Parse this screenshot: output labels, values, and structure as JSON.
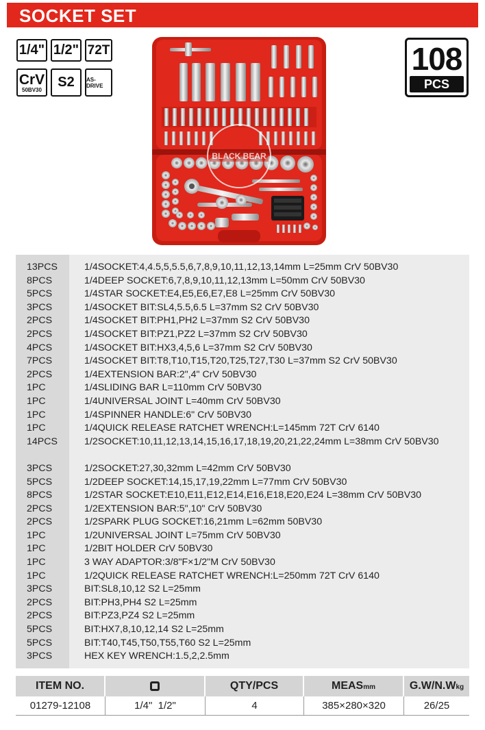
{
  "header": {
    "title": "SOCKET SET"
  },
  "badges": {
    "drive_quarter": "1/4\"",
    "drive_half": "1/2\"",
    "teeth": "72T",
    "material": "CrV",
    "material_grade": "50BV30",
    "bit_steel": "S2",
    "finish": "AS-DRIVE"
  },
  "piece_count": {
    "number": "108",
    "label": "PCS"
  },
  "case_image": {
    "brand_watermark": "BLACK BEAR",
    "colors": {
      "case": "#e0281c",
      "case_dark": "#b81810",
      "chrome": "#d9d9d9",
      "black": "#1a1a1a"
    }
  },
  "specs": [
    {
      "qty": "13PCS",
      "desc": "1/4SOCKET:4,4.5,5,5.5,6,7,8,9,10,11,12,13,14mm L=25mm CrV 50BV30"
    },
    {
      "qty": "8PCS",
      "desc": "1/4DEEP SOCKET:6,7,8,9,10,11,12,13mm L=50mm CrV 50BV30"
    },
    {
      "qty": "5PCS",
      "desc": "1/4STAR SOCKET:E4,E5,E6,E7,E8 L=25mm CrV 50BV30"
    },
    {
      "qty": "3PCS",
      "desc": "1/4SOCKET BIT:SL4,5.5,6.5 L=37mm S2 CrV 50BV30"
    },
    {
      "qty": "2PCS",
      "desc": "1/4SOCKET BIT:PH1,PH2 L=37mm S2 CrV 50BV30"
    },
    {
      "qty": "2PCS",
      "desc": "1/4SOCKET BIT:PZ1,PZ2 L=37mm S2 CrV 50BV30"
    },
    {
      "qty": "4PCS",
      "desc": "1/4SOCKET BIT:HX3,4,5,6 L=37mm S2 CrV 50BV30"
    },
    {
      "qty": "7PCS",
      "desc": "1/4SOCKET BIT:T8,T10,T15,T20,T25,T27,T30 L=37mm S2 CrV 50BV30"
    },
    {
      "qty": "2PCS",
      "desc": "1/4EXTENSION BAR:2\",4\"  CrV 50BV30"
    },
    {
      "qty": "1PC",
      "desc": "1/4SLIDING BAR L=110mm CrV 50BV30"
    },
    {
      "qty": "1PC",
      "desc": "1/4UNIVERSAL JOINT L=40mm CrV 50BV30"
    },
    {
      "qty": "1PC",
      "desc": "1/4SPINNER HANDLE:6\" CrV 50BV30"
    },
    {
      "qty": "1PC",
      "desc": "1/4QUICK RELEASE RATCHET WRENCH:L=145mm 72T CrV 6140"
    },
    {
      "qty": "14PCS",
      "desc": "1/2SOCKET:10,11,12,13,14,15,16,17,18,19,20,21,22,24mm L=38mm CrV 50BV30",
      "tall": true
    },
    {
      "qty": "3PCS",
      "desc": "1/2SOCKET:27,30,32mm L=42mm CrV 50BV30"
    },
    {
      "qty": "5PCS",
      "desc": "1/2DEEP SOCKET:14,15,17,19,22mm L=77mm CrV 50BV30"
    },
    {
      "qty": "8PCS",
      "desc": "1/2STAR SOCKET:E10,E11,E12,E14,E16,E18,E20,E24 L=38mm CrV 50BV30"
    },
    {
      "qty": "2PCS",
      "desc": "1/2EXTENSION BAR:5\",10\" CrV 50BV30"
    },
    {
      "qty": "2PCS",
      "desc": "1/2SPARK PLUG SOCKET:16,21mm L=62mm 50BV30"
    },
    {
      "qty": "1PC",
      "desc": "1/2UNIVERSAL JOINT L=75mm CrV 50BV30"
    },
    {
      "qty": "1PC",
      "desc": "1/2BIT HOLDER CrV 50BV30"
    },
    {
      "qty": "1PC",
      "desc": "3 WAY ADAPTOR:3/8\"F×1/2\"M CrV 50BV30"
    },
    {
      "qty": "1PC",
      "desc": "1/2QUICK RELEASE RATCHET WRENCH:L=250mm 72T CrV 6140"
    },
    {
      "qty": "3PCS",
      "desc": "BIT:SL8,10,12 S2 L=25mm"
    },
    {
      "qty": "2PCS",
      "desc": "BIT:PH3,PH4 S2 L=25mm"
    },
    {
      "qty": "2PCS",
      "desc": "BIT:PZ3,PZ4 S2 L=25mm"
    },
    {
      "qty": "5PCS",
      "desc": "BIT:HX7,8,10,12,14 S2 L=25mm"
    },
    {
      "qty": "5PCS",
      "desc": "BIT:T40,T45,T50,T55,T60 S2 L=25mm"
    },
    {
      "qty": "3PCS",
      "desc": "HEX KEY WRENCH:1.5,2,2.5mm"
    }
  ],
  "table": {
    "headers": {
      "item_no": "ITEM NO.",
      "drive_icon": "square-drive-icon",
      "qty_pcs": "QTY/PCS",
      "meas": "MEAS",
      "meas_unit": "mm",
      "weight": "G.W/N.W",
      "weight_unit": "kg"
    },
    "row": {
      "item_no": "01279-12108",
      "drive": "1/4\"  1/2\"",
      "qty": "4",
      "meas": "385×280×320",
      "weight": "26/25"
    }
  }
}
